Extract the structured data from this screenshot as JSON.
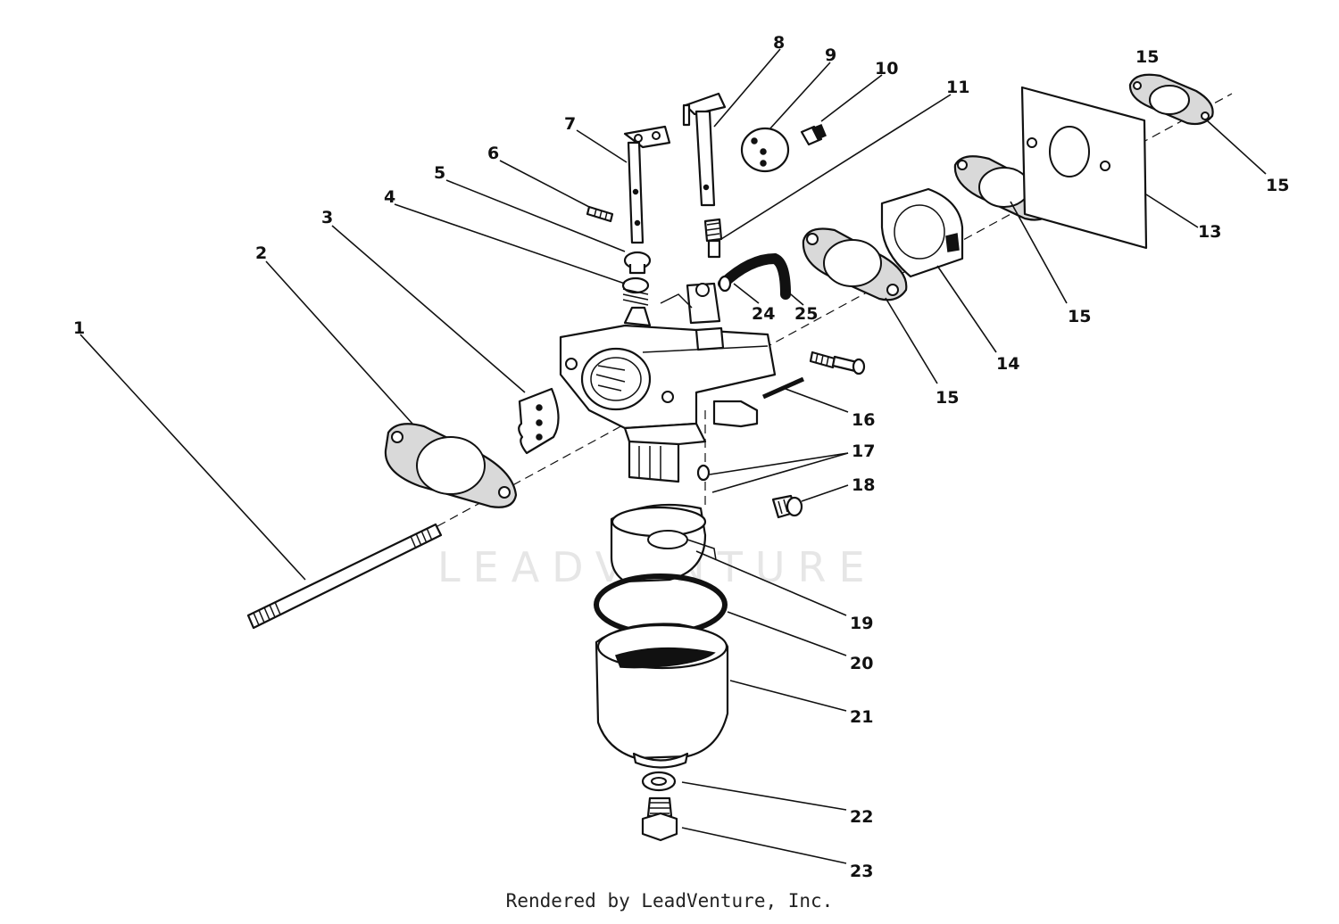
{
  "diagram": {
    "callouts": [
      "1",
      "2",
      "3",
      "4",
      "5",
      "6",
      "7",
      "8",
      "9",
      "10",
      "11",
      "13",
      "14",
      "15",
      "15",
      "15",
      "15",
      "16",
      "17",
      "18",
      "19",
      "20",
      "21",
      "22",
      "23",
      "24",
      "25"
    ]
  },
  "watermark": "LEADVENTURE",
  "footer": "Rendered by LeadVenture, Inc."
}
